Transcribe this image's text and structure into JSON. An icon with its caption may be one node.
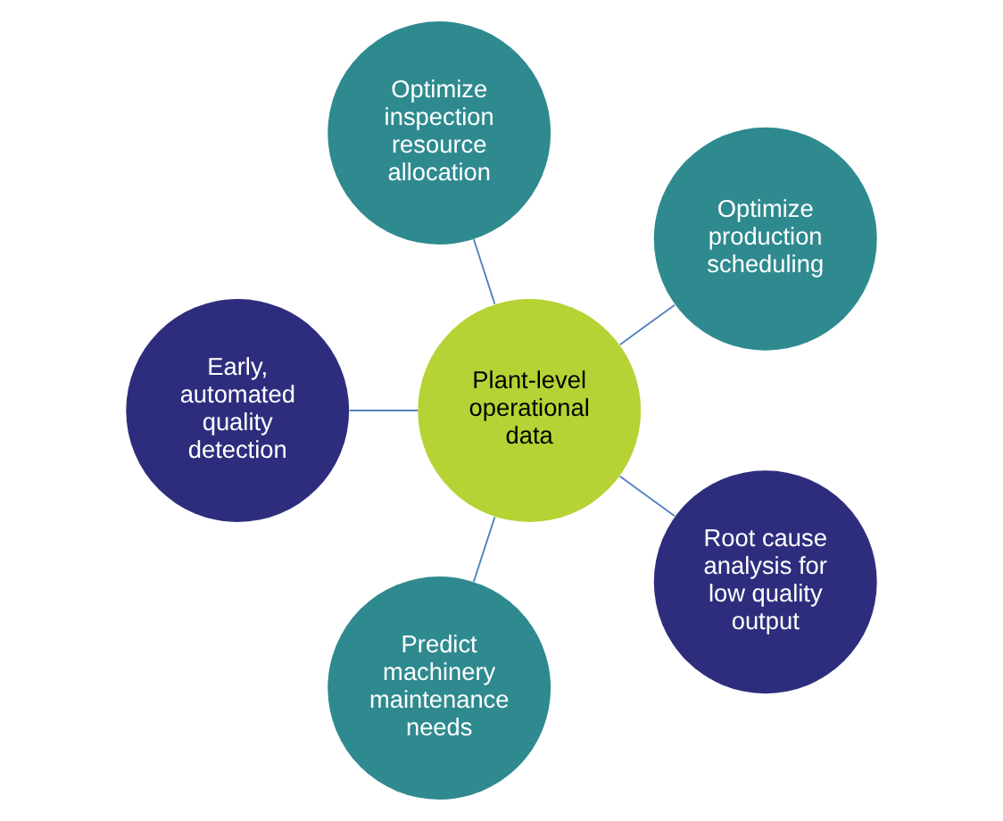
{
  "diagram": {
    "nodes": [
      {
        "text": [
          "Plant-level operational data"
        ]
      },
      {
        "text": [
          "Optimize production scheduling"
        ]
      },
      {
        "text": [
          "Optimize inspection resource allocation"
        ]
      },
      {
        "text": [
          "Early, automated quality detection"
        ]
      },
      {
        "text": [
          "Predict machinery maintenance needs"
        ]
      },
      {
        "text": [
          "Root cause analysis for low quality output"
        ]
      }
    ],
    "edges": [
      {
        "from": 0,
        "to": 1,
        "arrow": "none"
      },
      {
        "from": 0,
        "to": 2,
        "arrow": "none"
      },
      {
        "from": 0,
        "to": 3,
        "arrow": "none"
      },
      {
        "from": 0,
        "to": 4,
        "arrow": "none"
      },
      {
        "from": 0,
        "to": 5,
        "arrow": "none"
      }
    ]
  }
}
